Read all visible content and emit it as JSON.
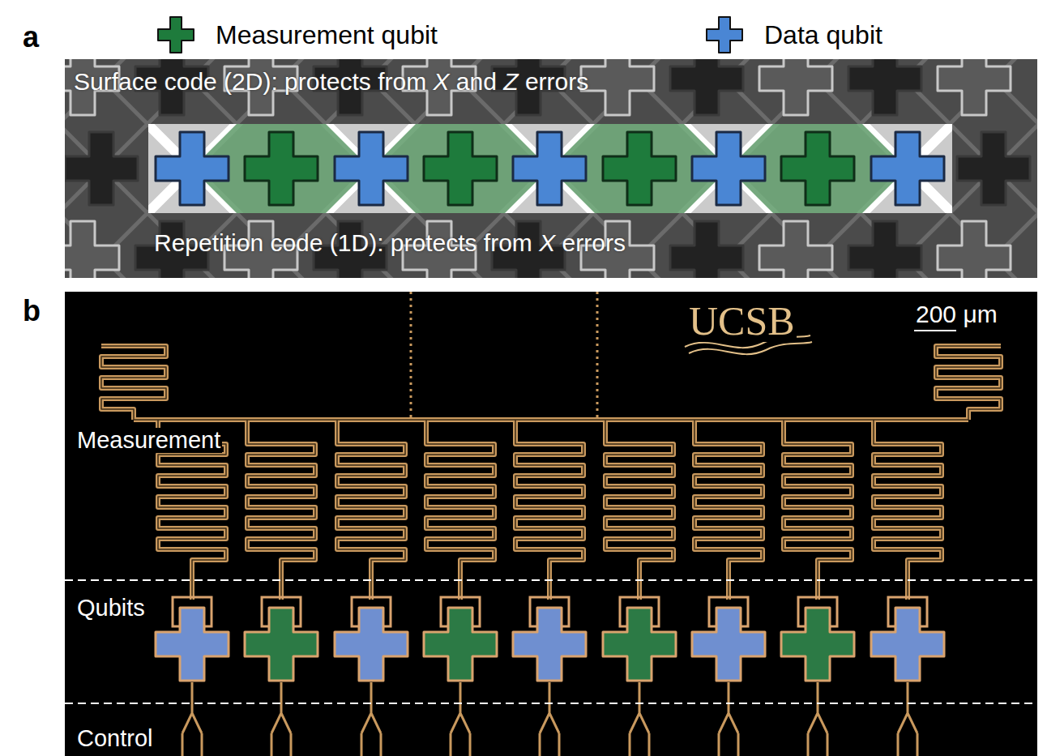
{
  "diagram": {
    "labels": [
      "a",
      "Surface code (2D): protects from X and Z errors",
      "Repetition code (1D): protects from X errors",
      "b",
      "UCSB",
      "200 μm",
      "Measurement",
      "Qubits",
      "Control"
    ],
    "legend": [
      {
        "text": "Measurement qubit",
        "color": "#1e7b3c"
      },
      {
        "text": "Data qubit",
        "color": "#4a86d4"
      }
    ]
  }
}
